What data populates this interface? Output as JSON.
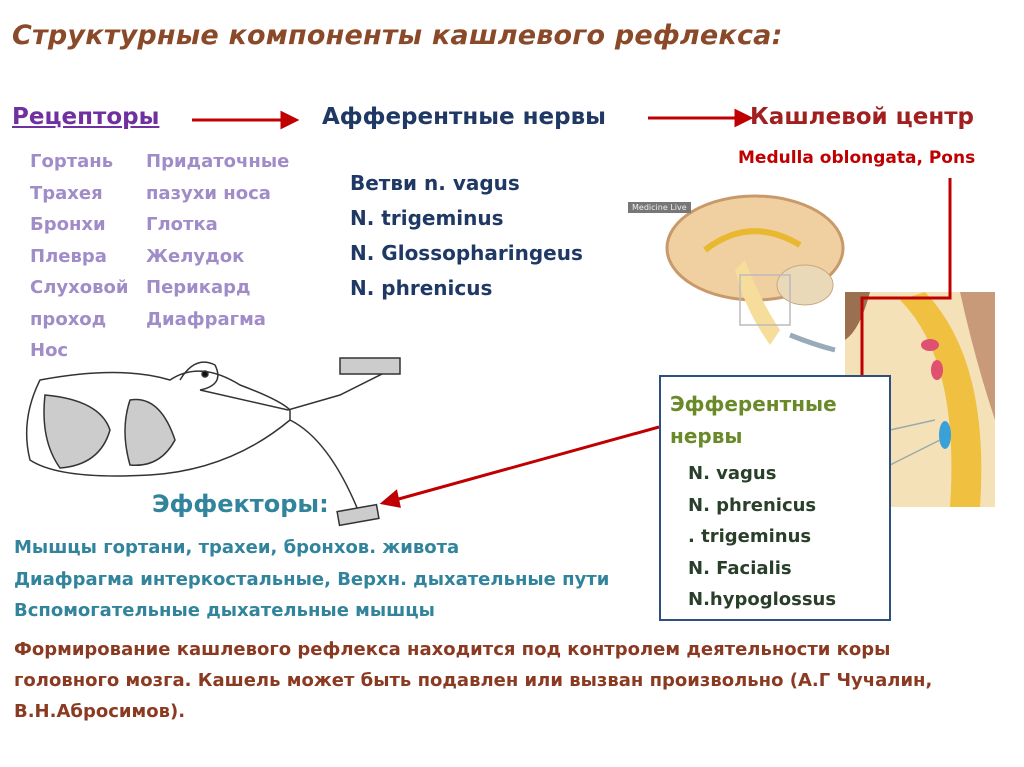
{
  "title": "Структурные компоненты кашлевого рефлекса:",
  "receptors": {
    "heading": "Рецепторы",
    "col1": [
      "Гортань",
      "Трахея",
      "Бронхи",
      "Плевра",
      "Слуховой",
      "проход",
      "Нос"
    ],
    "col2": [
      "Придаточные",
      "пазухи носа",
      "Глотка",
      "Желудок",
      "Перикард",
      "Диафрагма"
    ]
  },
  "afferent": {
    "heading": "Афферентные нервы",
    "items": [
      "Ветви n. vagus",
      "N. trigeminus",
      "N. Glossopharingeus",
      "N. phrenicus"
    ]
  },
  "center": {
    "heading": "Кашлевой центр",
    "subtitle": "Medulla oblongata, Pons"
  },
  "watermark": "Medicine Live",
  "efferent": {
    "heading": "Эфферентные нервы",
    "items": [
      "N. vagus",
      "N. phrenicus",
      ". trigeminus",
      "N. Facialis",
      "N.hypoglossus"
    ]
  },
  "effectors": {
    "heading": "Эффекторы:",
    "items": [
      "Мышцы гортани, трахеи, бронхов. живота",
      "Диафрагма интеркостальные, Верхн. дыхательные пути",
      "Вспомогательные дыхательные мышцы"
    ]
  },
  "footnote": "Формирование кашлевого рефлекса находится под контролем деятельности коры головного мозга. Кашель может быть подавлен или вызван произвольно (А.Г Чучалин, В.Н.Абросимов)."
}
